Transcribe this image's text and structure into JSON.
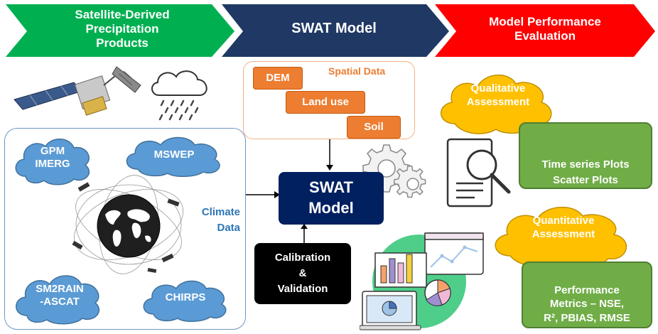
{
  "header": {
    "step1": "Satellite-Derived\nPrecipitation\nProducts",
    "step2": "SWAT Model",
    "step3": "Model Performance\nEvaluation"
  },
  "colors": {
    "green": "#00b050",
    "navy": "#203864",
    "red": "#ff0000",
    "orange": "#ed7d31",
    "cloud_blue": "#5b9bd5",
    "cloud_yellow": "#ffc000",
    "box_green": "#70ad47"
  },
  "precipitation_products": [
    "GPM\nIMERG",
    "MSWEP",
    "SM2RAIN\n-ASCAT",
    "CHIRPS"
  ],
  "climate_data_label": "Climate\nData",
  "spatial_data": {
    "title": "Spatial Data",
    "items": [
      "DEM",
      "Land use",
      "Soil"
    ]
  },
  "swat_model_box": "SWAT\nModel",
  "calibration_box": "Calibration\n&\nValidation",
  "evaluation": {
    "qualitative": {
      "title": "Qualitative\nAssessment",
      "details": "Time series Plots\nScatter Plots"
    },
    "quantitative": {
      "title": "Quantitative\nAssessment",
      "details": "Performance\nMetrics – NSE,\nR², PBIAS, RMSE"
    }
  },
  "icons": [
    "satellite-icon",
    "rain-cloud-icon",
    "globe-icon",
    "gear-icon",
    "magnifier-document-icon",
    "analytics-dashboard-icon"
  ]
}
